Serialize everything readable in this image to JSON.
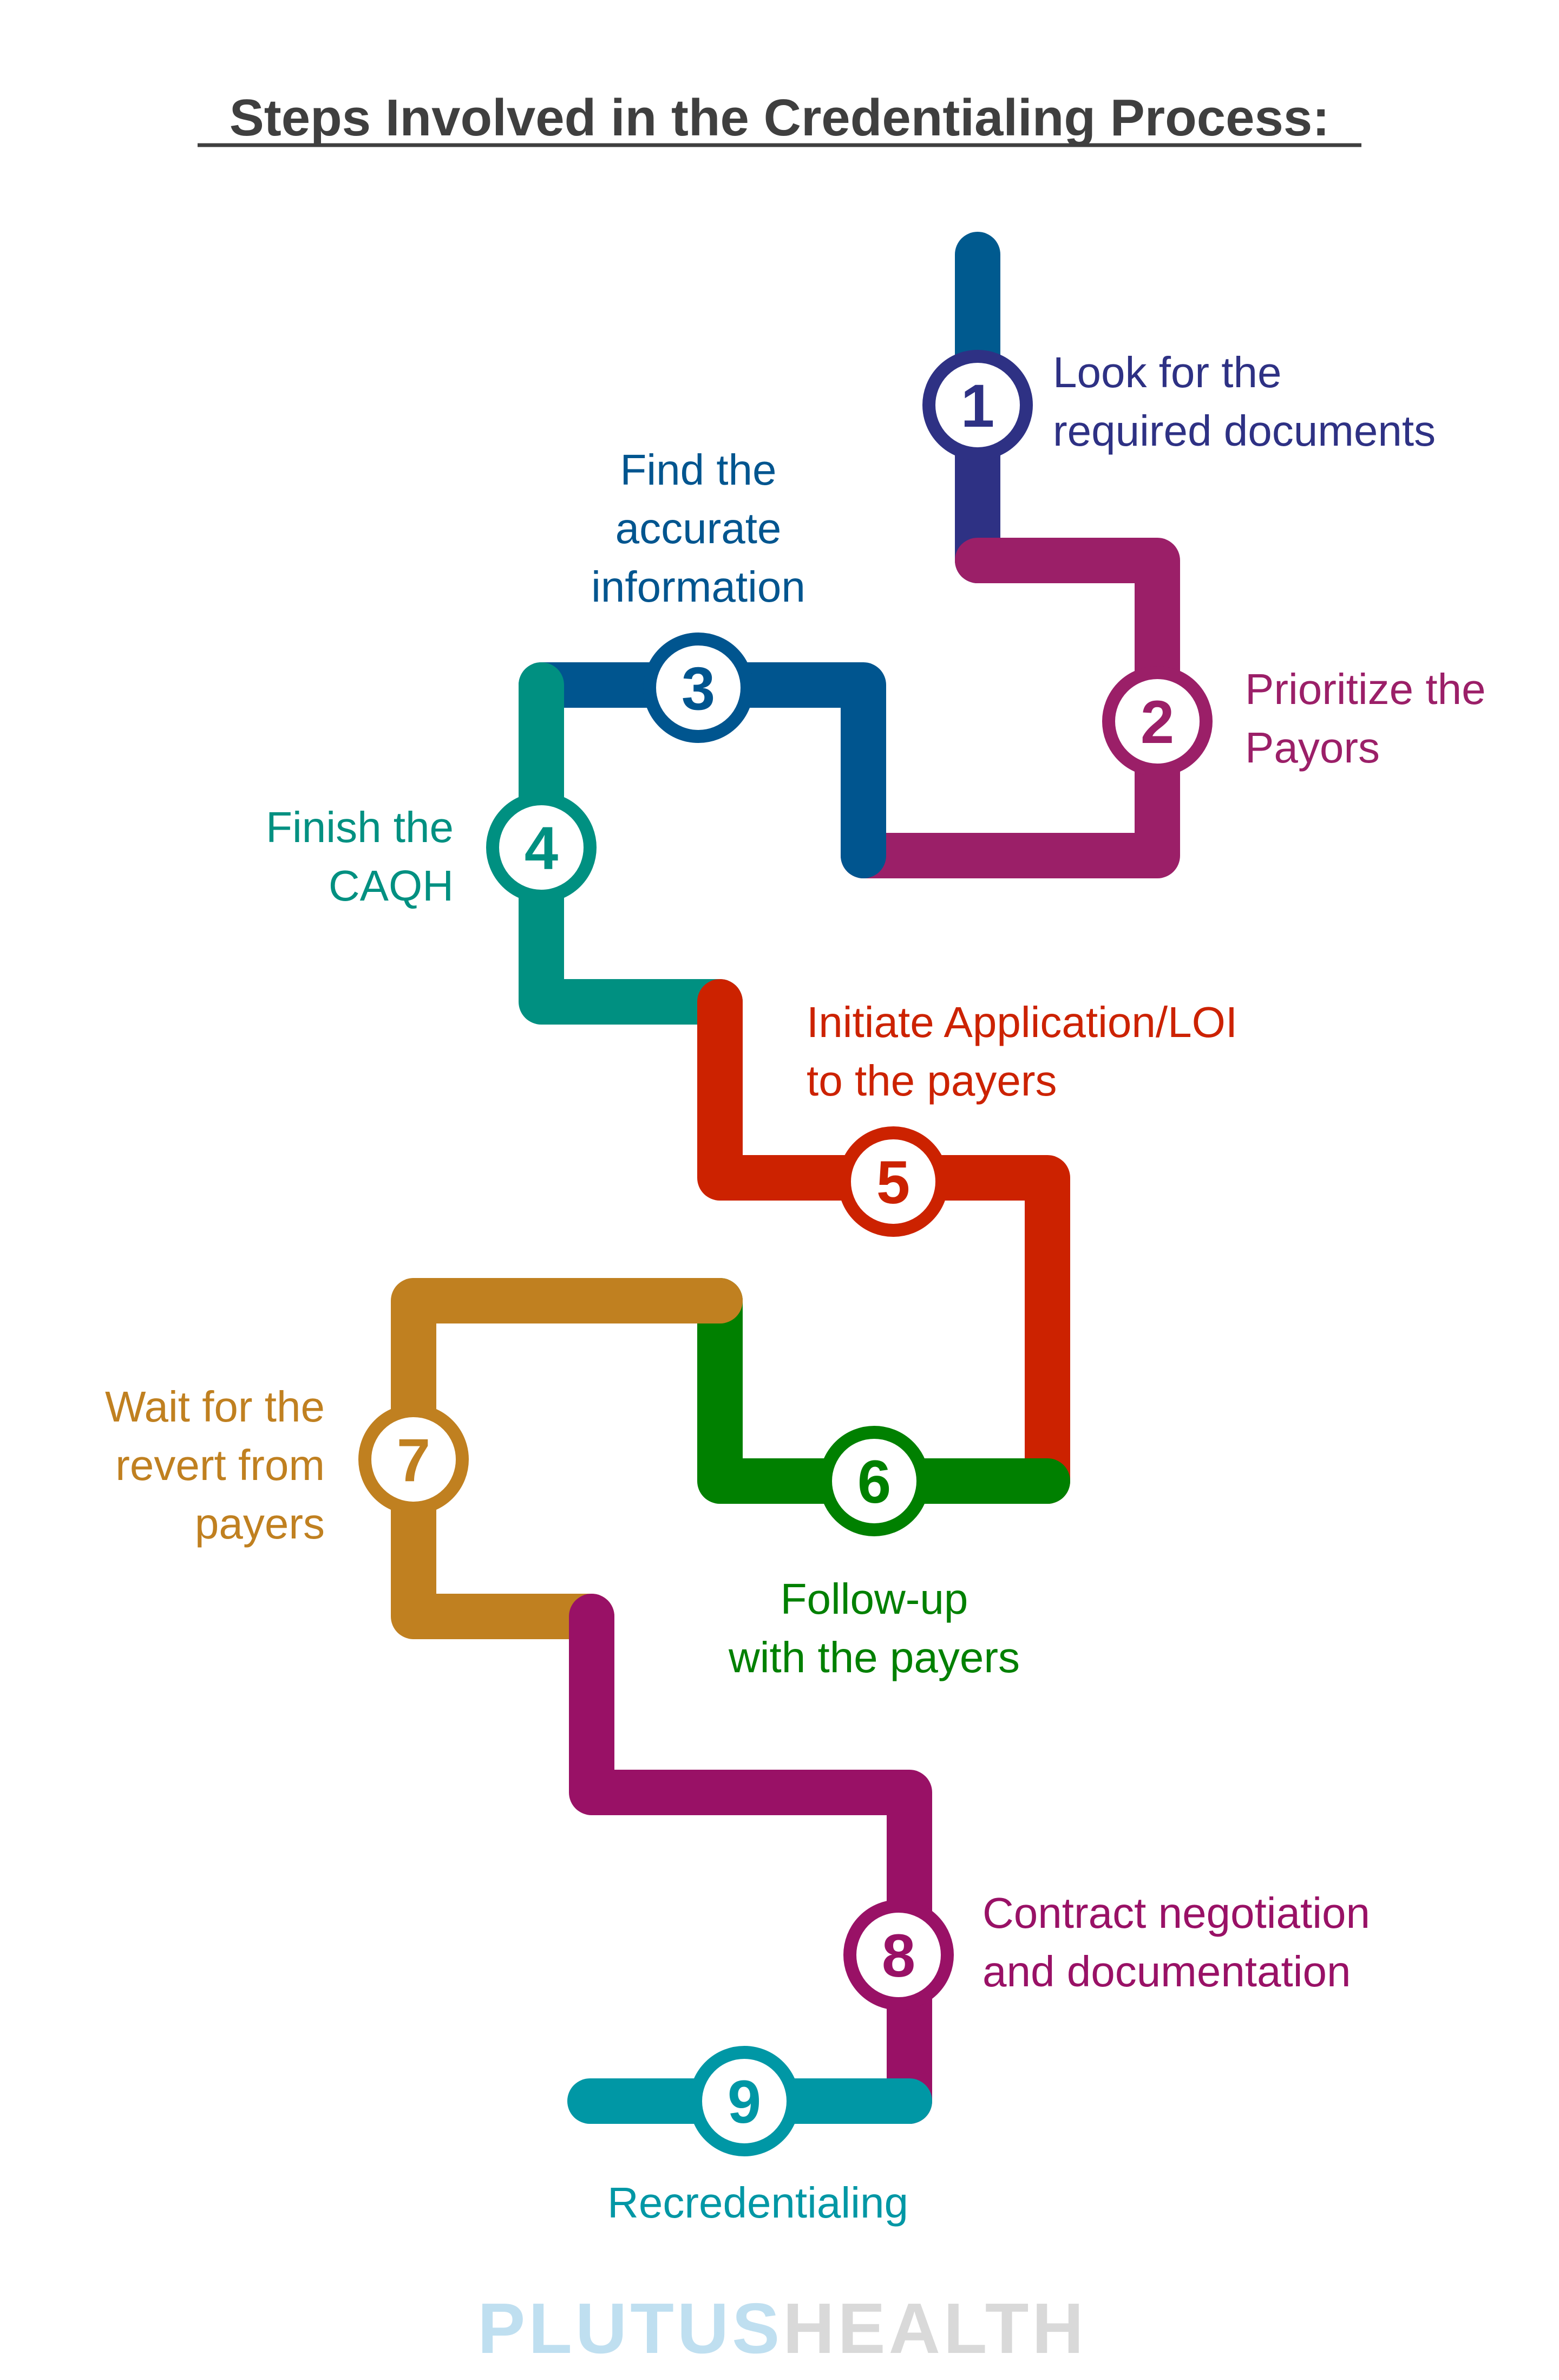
{
  "title": "Steps Involved in the Credentialing Process:",
  "colors": {
    "step1": "#2e3184",
    "step1_segment": "#005a8f",
    "step2": "#9b1f68",
    "step3": "#00558f",
    "step4": "#009081",
    "step5": "#cc2200",
    "step6": "#008000",
    "step7": "#c08020",
    "step8": "#991166",
    "step9": "#0097a5",
    "title": "#3f3f3f",
    "brand_light": "#bfdff0",
    "brand_dark": "#d9d9d9"
  },
  "steps": [
    {
      "number": "1",
      "label_lines": [
        "Look for the",
        "required documents"
      ]
    },
    {
      "number": "2",
      "label_lines": [
        "Prioritize the",
        "Payors"
      ]
    },
    {
      "number": "3",
      "label_lines": [
        "Find the",
        "accurate",
        "information"
      ]
    },
    {
      "number": "4",
      "label_lines": [
        "Finish the",
        "CAQH"
      ]
    },
    {
      "number": "5",
      "label_lines": [
        "Initiate Application/LOI",
        "to the payers"
      ]
    },
    {
      "number": "6",
      "label_lines": [
        "Follow-up",
        "with the payers"
      ]
    },
    {
      "number": "7",
      "label_lines": [
        "Wait for the",
        "revert from",
        "payers"
      ]
    },
    {
      "number": "8",
      "label_lines": [
        "Contract negotiation",
        "and documentation"
      ]
    },
    {
      "number": "9",
      "label_lines": [
        "Recredentialing"
      ]
    }
  ],
  "brand": {
    "part1": "PLUTUS",
    "part2": "HEALTH"
  }
}
